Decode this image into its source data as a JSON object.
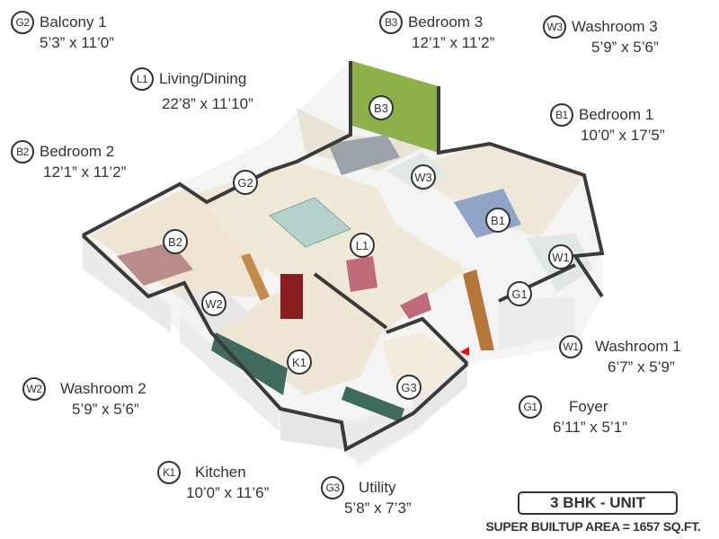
{
  "rooms": [
    {
      "code": "G2",
      "name": "Balcony 1",
      "dimensions": "5’3” x 11’0”"
    },
    {
      "code": "L1",
      "name": "Living/Dining",
      "dimensions": "22’8” x 11’10”"
    },
    {
      "code": "B2",
      "name": "Bedroom 2",
      "dimensions": "12’1” x 11’2”"
    },
    {
      "code": "B3",
      "name": "Bedroom 3",
      "dimensions": "12’1” x 11’2”"
    },
    {
      "code": "W3",
      "name": "Washroom 3",
      "dimensions": "5’9” x 5’6”"
    },
    {
      "code": "B1",
      "name": "Bedroom 1",
      "dimensions": "10’0” x 17’5”"
    },
    {
      "code": "W1",
      "name": "Washroom 1",
      "dimensions": "6’7” x 5’9”"
    },
    {
      "code": "G1",
      "name": "Foyer",
      "dimensions": "6’11” x 5’1”"
    },
    {
      "code": "W2",
      "name": "Washroom 2",
      "dimensions": "5’9” x 5’6”"
    },
    {
      "code": "K1",
      "name": "Kitchen",
      "dimensions": "10’0” x 11’6”"
    },
    {
      "code": "G3",
      "name": "Utility",
      "dimensions": "5’8” x 7’3”"
    }
  ],
  "plan_markers": {
    "B3": "B3",
    "W3": "W3",
    "G2": "G2",
    "B1": "B1",
    "B2": "B2",
    "L1": "L1",
    "W1": "W1",
    "G1": "G1",
    "W2": "W2",
    "K1": "K1",
    "G3": "G3"
  },
  "unit": {
    "type_label": "3 BHK - UNIT",
    "area_label": "SUPER BUILTUP AREA = 1657 SQ.FT."
  },
  "colors": {
    "wall_top": "#3a3a3a",
    "wall_side": "#f2f2f2",
    "floor": "#efe6d6",
    "accent_wall": "#8db04a",
    "wood": "#b5763a",
    "entry_arrow": "#e01010"
  }
}
